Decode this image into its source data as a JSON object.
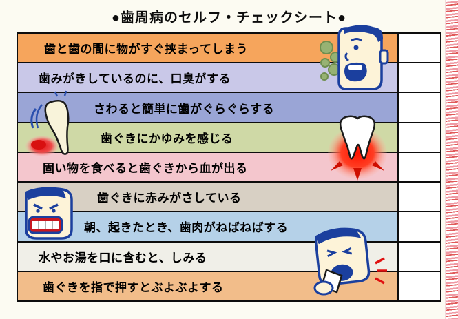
{
  "title": "●歯周病のセルフ・チェックシート●",
  "accent": {
    "outline_blue": "#1b3f9e",
    "pain_red": "#e01818",
    "table_border": "#0d0d0d",
    "breath_green": "#93af70"
  },
  "rows": [
    {
      "label": "歯と歯の間に物がすぐ挟まってしまう",
      "color": "#f6a55c"
    },
    {
      "label": "歯みがきしているのに、口臭がする",
      "color": "#c9c8e8"
    },
    {
      "label": "さわると簡単に歯がぐらぐらする",
      "color": "#9aa5d6"
    },
    {
      "label": "歯ぐきにかゆみを感じる",
      "color": "#cfd9a6"
    },
    {
      "label": "固い物を食べると歯ぐきから血が出る",
      "color": "#f4c6cd"
    },
    {
      "label": "歯ぐきに赤みがさしている",
      "color": "#d8d0c4"
    },
    {
      "label": "朝、起きたとき、歯肉がねばねばする",
      "color": "#b5d1e8"
    },
    {
      "label": "水やお湯を口に含むと、しみる",
      "color": "#f0efe8"
    },
    {
      "label": "歯ぐきを指で押すとぶよぶよする",
      "color": "#f2bd8a"
    }
  ],
  "icons": [
    {
      "name": "bad-breath-face-icon"
    },
    {
      "name": "loose-tooth-icon"
    },
    {
      "name": "inflamed-gums-tooth-icon"
    },
    {
      "name": "grimacing-face-icon"
    },
    {
      "name": "sensitive-tooth-face-icon"
    }
  ]
}
